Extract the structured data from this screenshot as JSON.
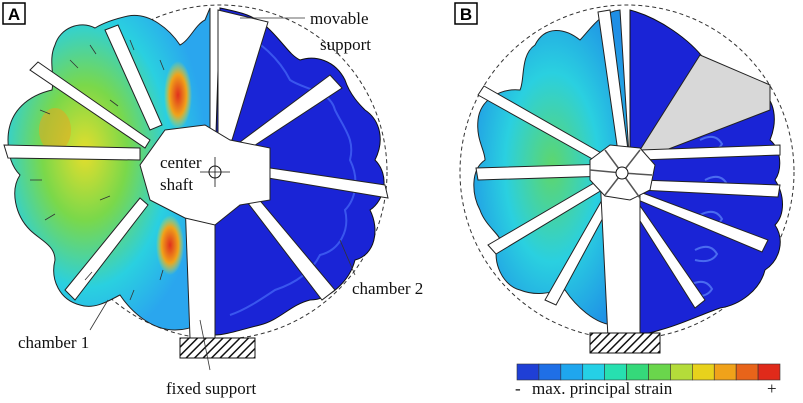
{
  "panels": {
    "a": {
      "letter": "A"
    },
    "b": {
      "letter": "B"
    }
  },
  "labels": {
    "movable_support_1": "movable",
    "movable_support_2": "support",
    "center_shaft_1": "center",
    "center_shaft_2": "shaft",
    "chamber_1": "chamber 1",
    "chamber_2": "chamber 2",
    "fixed_support": "fixed support"
  },
  "colorbar": {
    "minus": "-",
    "label": "max. principal strain",
    "plus": "+",
    "colors": [
      "#1f3fd6",
      "#1f6fe6",
      "#1fa6ee",
      "#25d0e6",
      "#27e0b0",
      "#35d97a",
      "#6ad64c",
      "#b4dc3a",
      "#e8d21c",
      "#f0a21a",
      "#e8641a",
      "#e02a1a"
    ]
  },
  "colors": {
    "chamber_blue": "#1a24d6",
    "strain_cyan": "#2ad0e0",
    "strain_green": "#4fd46a",
    "strain_yellow": "#e6de2c",
    "strain_red": "#e0301c",
    "outline": "#222222"
  }
}
